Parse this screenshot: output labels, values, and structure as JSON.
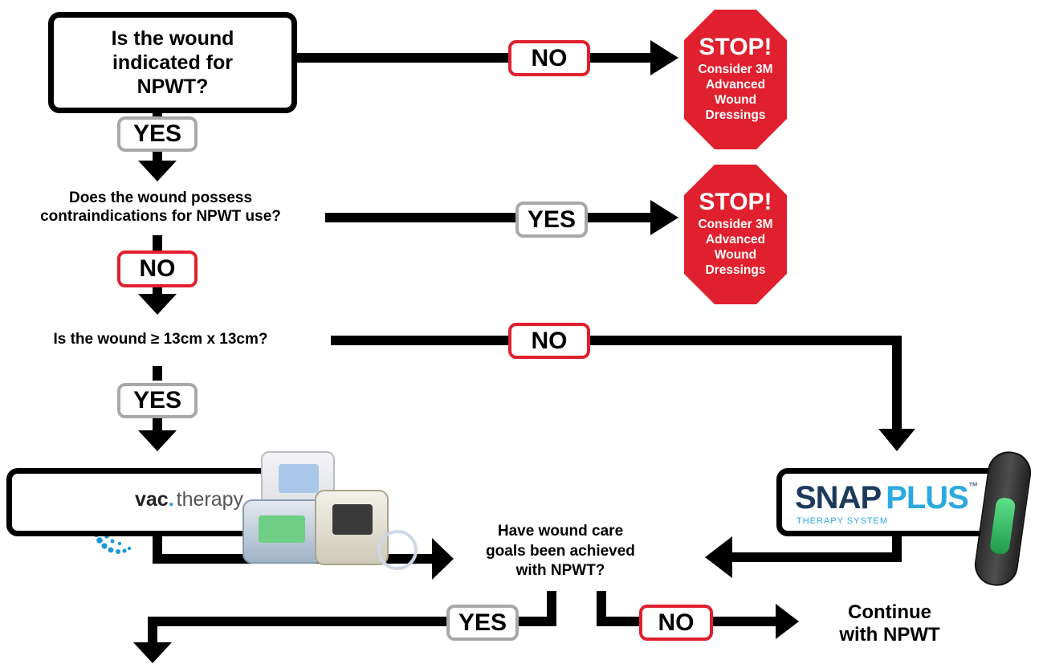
{
  "questions": {
    "q1": "Is the wound indicated for NPWT?",
    "q2": "Does the wound possess contraindications for NPWT use?",
    "q3": "Is the wound ≥ 13cm x 13cm?",
    "q4": "Have wound care goals been achieved with NPWT?"
  },
  "answers": {
    "q1_no": "NO",
    "q1_yes": "YES",
    "q2_yes": "YES",
    "q2_no": "NO",
    "q3_no": "NO",
    "q3_yes": "YES",
    "q4_yes": "YES",
    "q4_no": "NO"
  },
  "stop_signs": [
    {
      "title": "STOP!",
      "line1": "Consider 3M",
      "line2": "Advanced",
      "line3": "Wound",
      "line4": "Dressings"
    },
    {
      "title": "STOP!",
      "line1": "Consider 3M",
      "line2": "Advanced",
      "line3": "Wound",
      "line4": "Dressings"
    }
  ],
  "products": {
    "vac": {
      "brand": "vac",
      "suffix": "therapy",
      "mark": "."
    },
    "snap": {
      "word1": "SNAP",
      "word2": "PLUS",
      "tm": "™",
      "sub": "THERAPY SYSTEM"
    }
  },
  "outcome": {
    "continue_line1": "Continue",
    "continue_line2": "with NPWT"
  },
  "colors": {
    "red": "#e0202e",
    "gray": "#a8a8a8",
    "black": "#000000",
    "snap_navy": "#1d3a5c",
    "snap_blue": "#2ba9e0",
    "vac_blue": "#1a9ad6"
  }
}
